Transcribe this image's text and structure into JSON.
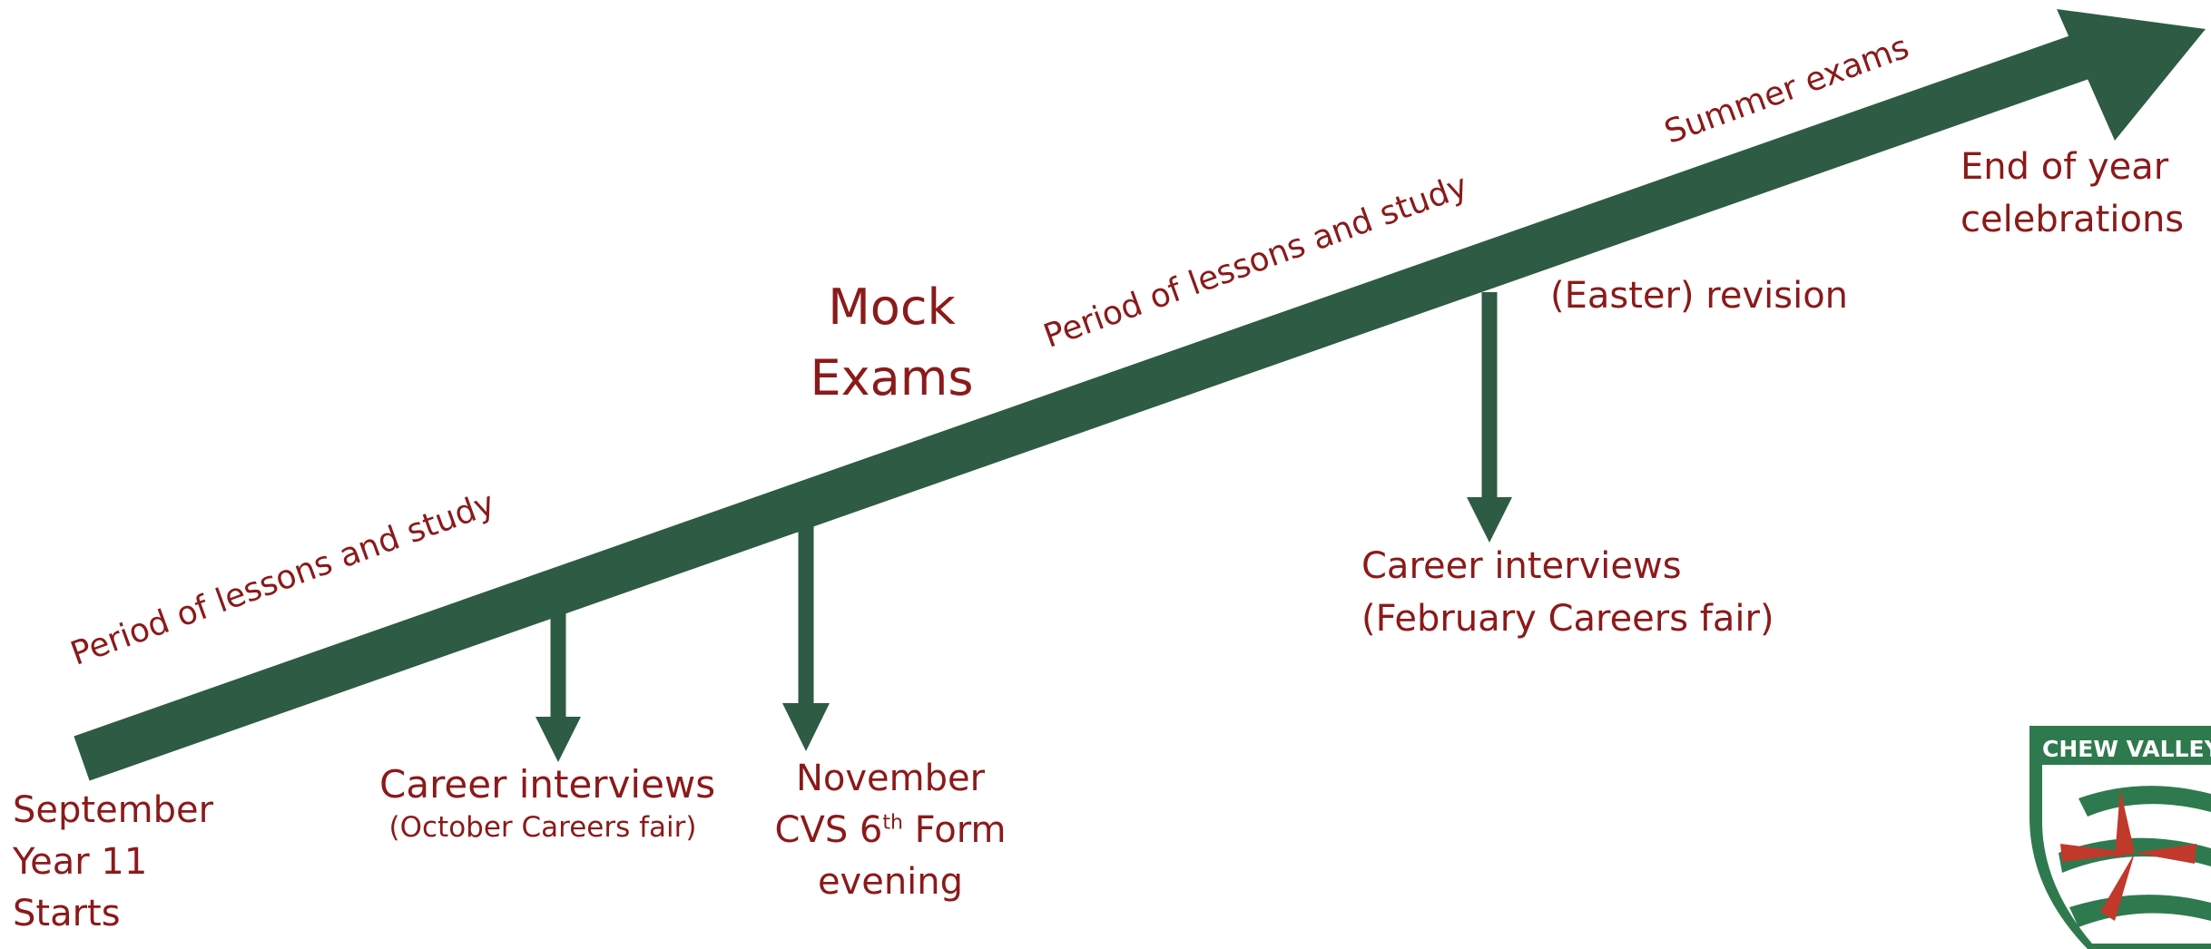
{
  "colors": {
    "arrow": "#2e5b43",
    "text": "#8b1a1a",
    "logo_green": "#2e7a4e",
    "logo_red": "#c0392b"
  },
  "labels": {
    "period1": "Period of lessons and study",
    "period2": "Period of lessons and study",
    "summer": "Summer exams",
    "mock_line1": "Mock",
    "mock_line2": "Exams",
    "easter": "(Easter) revision",
    "end_line1": "End of year",
    "end_line2": "celebrations",
    "sept_line1": "September",
    "sept_line2": "Year 11",
    "sept_line3": "Starts",
    "oct_line1": "Career interviews",
    "oct_line2": "(October Careers fair)",
    "nov_line1": "November",
    "nov_line2a": "CVS 6",
    "nov_sup": "th",
    "nov_line2b": " Form",
    "nov_line3": "evening",
    "feb_line1": "Career interviews",
    "feb_line2": "(February Careers fair)"
  },
  "logo": {
    "text": "CHEW VALLEY",
    "icon": "school-crest-icon"
  }
}
